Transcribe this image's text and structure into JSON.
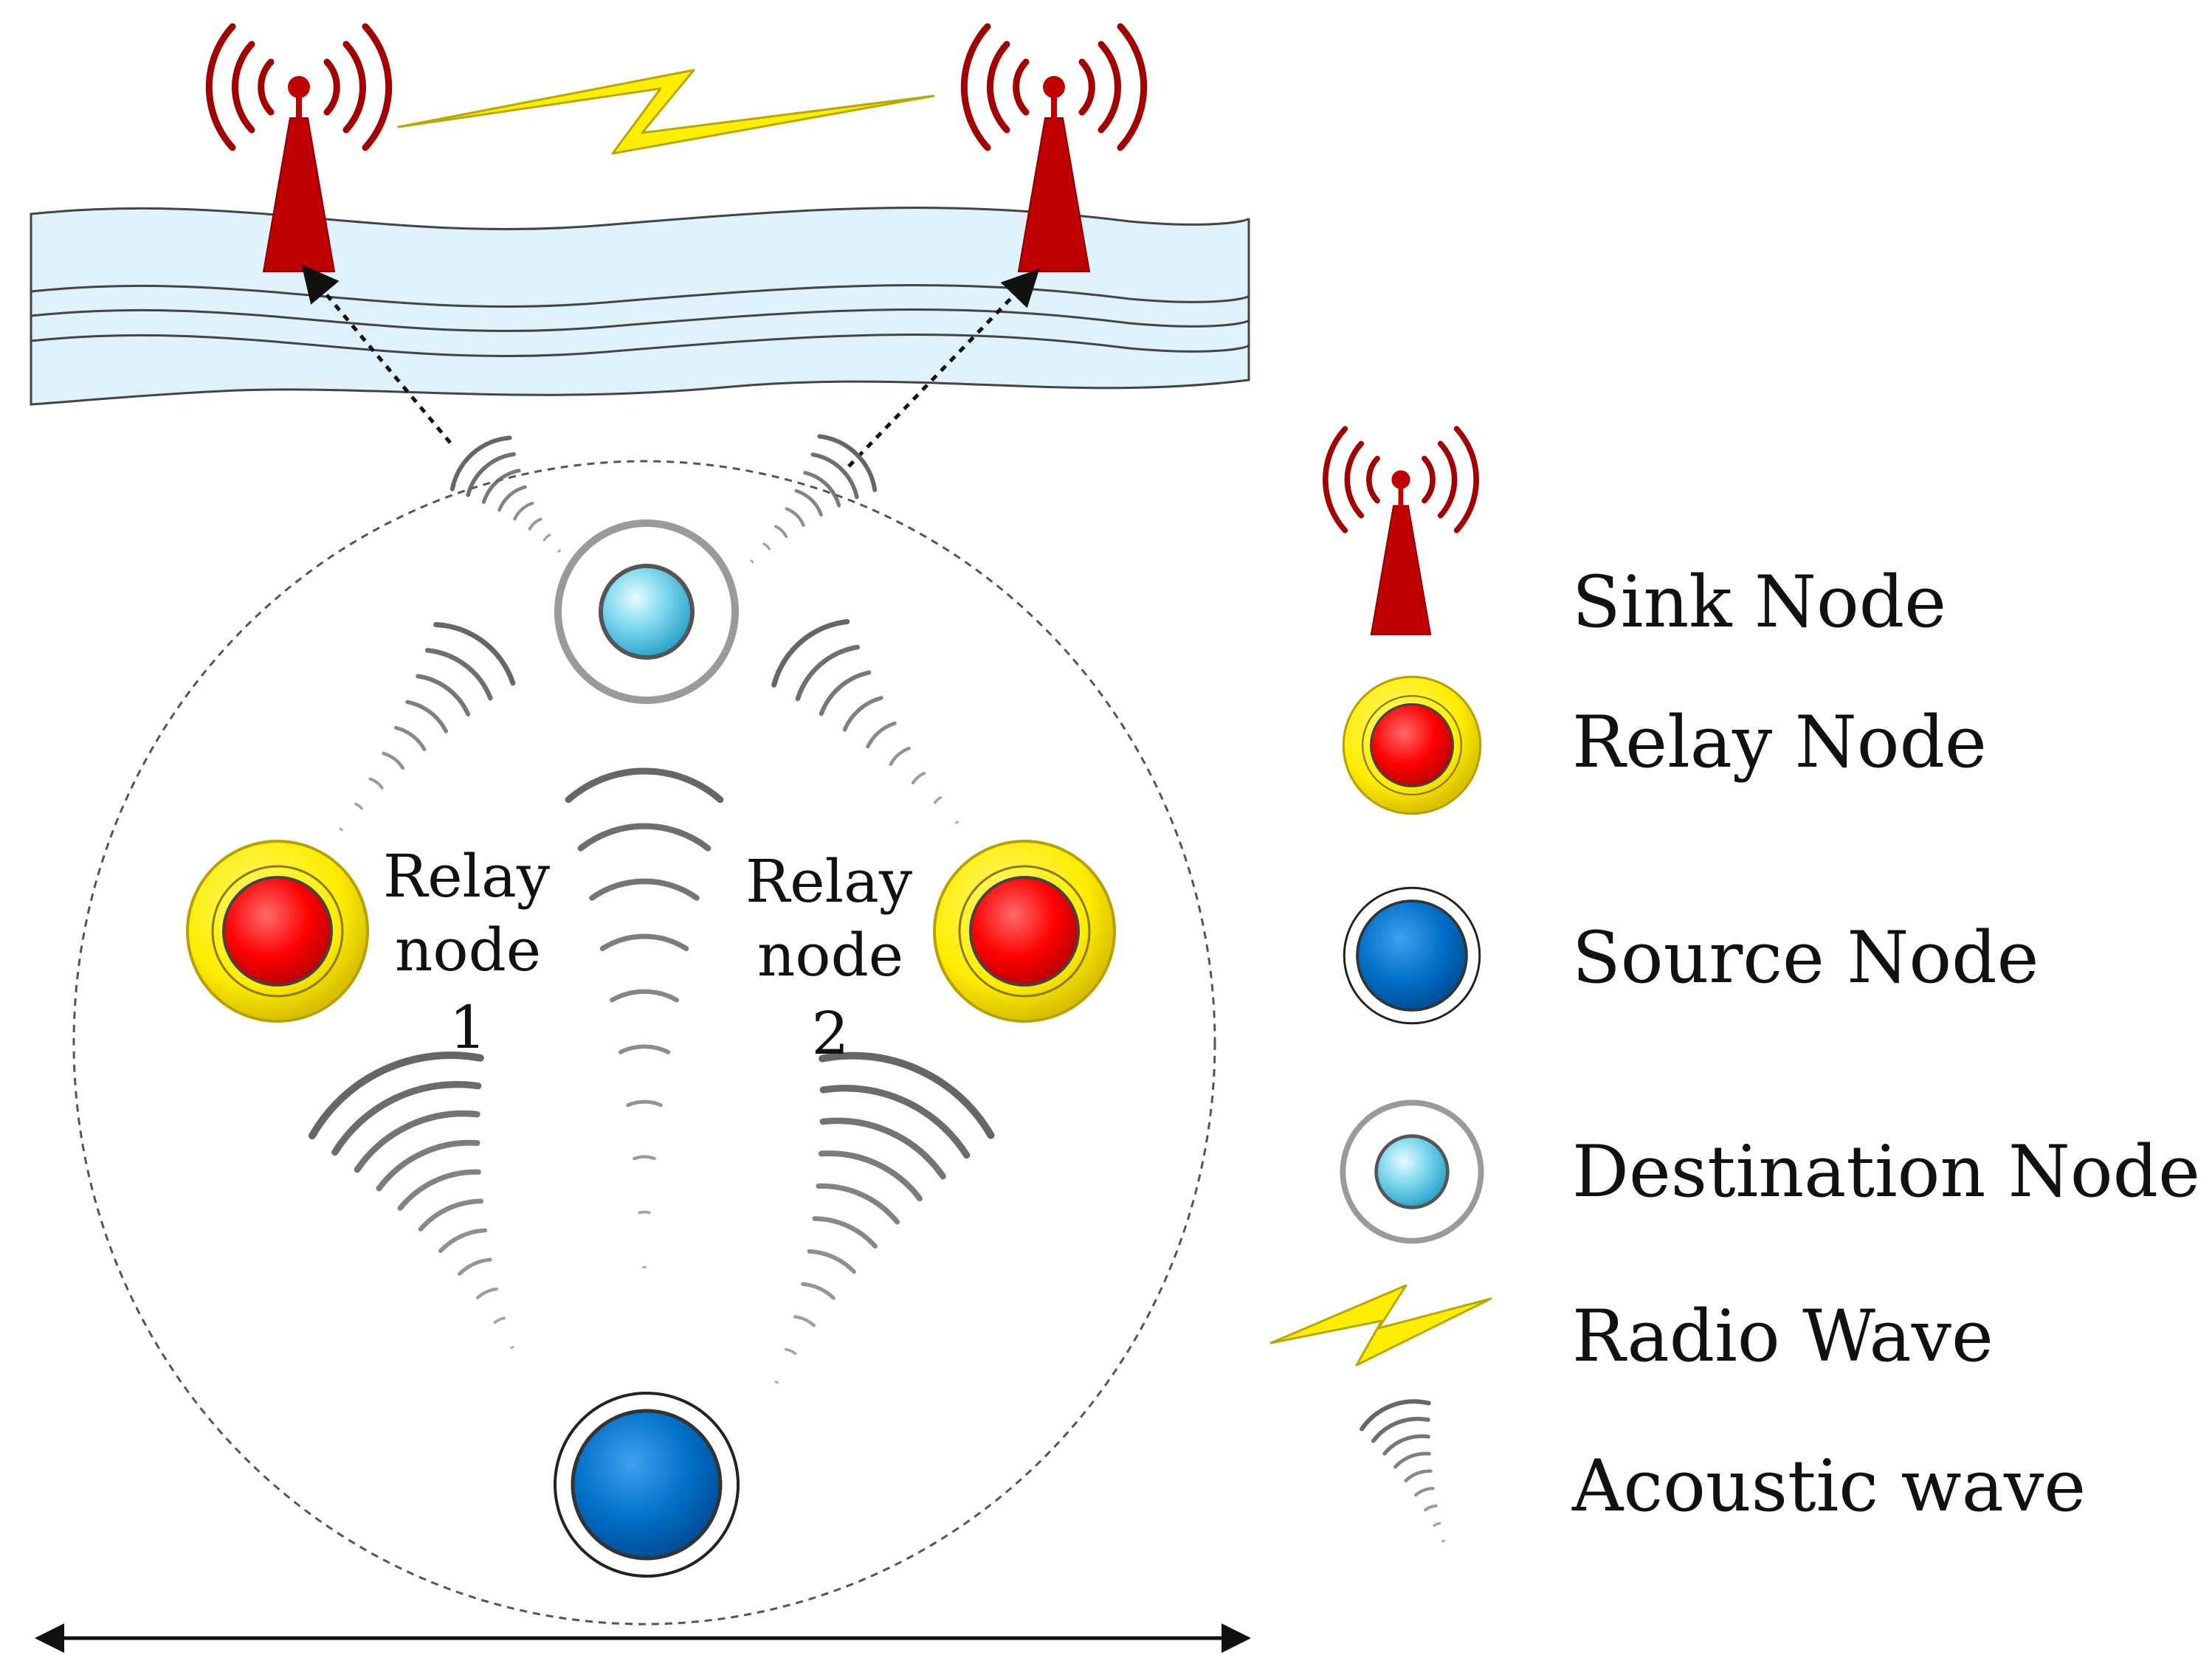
{
  "diagram": {
    "relay_node_1_label": {
      "line1": "Relay",
      "line2": "node",
      "line3": "1"
    },
    "relay_node_2_label": {
      "line1": "Relay",
      "line2": "node",
      "line3": "2"
    }
  },
  "legend": {
    "sink_node": "Sink Node",
    "relay_node": "Relay Node",
    "source_node": "Source Node",
    "destination_node": "Destination Node",
    "radio_wave": "Radio Wave",
    "acoustic_wave": "Acoustic wave"
  },
  "colors": {
    "sink_tower": "#c00000",
    "relay_ring": "#ffef00",
    "relay_core": "#ff0000",
    "source_core": "#0070c8",
    "destination_core": "#5cc8e0",
    "water": "#dff1fb",
    "radio_bolt": "#ffee00",
    "acoustic_wave": "#666666"
  },
  "icons": [
    "sink-node-icon",
    "relay-node-icon",
    "source-node-icon",
    "destination-node-icon",
    "radio-wave-icon",
    "acoustic-wave-icon"
  ]
}
